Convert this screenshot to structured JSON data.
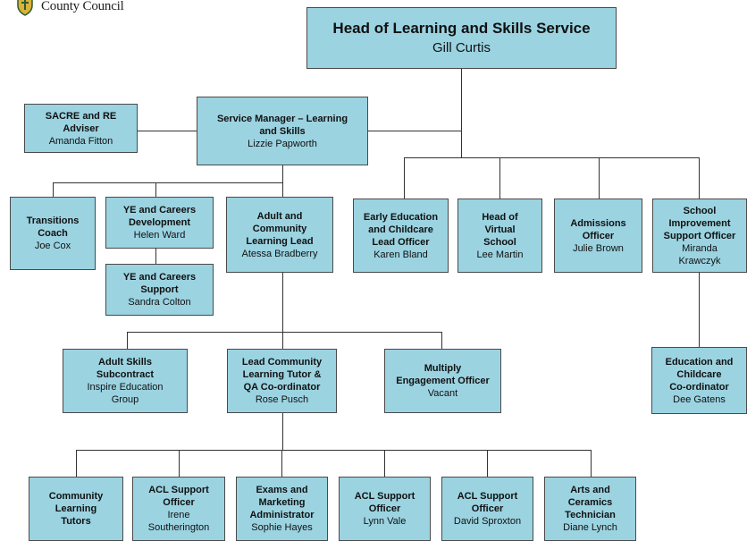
{
  "logo": {
    "text": "County Council",
    "icon": "crest-icon"
  },
  "colors": {
    "box_fill": "#9bd3e1",
    "box_border": "#4a4a4a",
    "connector": "#333333"
  },
  "nodes": {
    "head": {
      "title": "Head of Learning and Skills Service",
      "name": "Gill Curtis"
    },
    "service_manager": {
      "title": "Service Manager – Learning\nand Skills",
      "name": "Lizzie Papworth"
    },
    "sacre": {
      "title": "SACRE and RE\nAdviser",
      "name": "Amanda Fitton"
    },
    "transitions": {
      "title": "Transitions\nCoach",
      "name": "Joe Cox"
    },
    "ye_dev": {
      "title": "YE and Careers\nDevelopment",
      "name": "Helen Ward"
    },
    "ye_support": {
      "title": "YE and Careers\nSupport",
      "name": "Sandra Colton"
    },
    "acl_lead": {
      "title": "Adult and\nCommunity\nLearning Lead",
      "name": "Atessa Bradberry"
    },
    "early_ed": {
      "title": "Early Education\nand Childcare\nLead Officer",
      "name": "Karen Bland"
    },
    "virtual_school": {
      "title": "Head of\nVirtual\nSchool",
      "name": "Lee Martin"
    },
    "admissions": {
      "title": "Admissions\nOfficer",
      "name": "Julie Brown"
    },
    "school_improvement": {
      "title": "School\nImprovement\nSupport Officer",
      "name": "Miranda\nKrawczyk"
    },
    "edu_coord": {
      "title": "Education and\nChildcare\nCo-ordinator",
      "name": "Dee Gatens"
    },
    "adult_skills": {
      "title": "Adult Skills\nSubcontract",
      "name": "Inspire Education\nGroup"
    },
    "lead_tutor": {
      "title": "Lead Community\nLearning Tutor &\nQA Co-ordinator",
      "name": "Rose Pusch"
    },
    "multiply": {
      "title": "Multiply\nEngagement Officer",
      "name": "Vacant"
    },
    "community_tutors": {
      "title": "Community\nLearning\nTutors",
      "name": ""
    },
    "acl_support_1": {
      "title": "ACL Support\nOfficer",
      "name": "Irene\nSoutherington"
    },
    "exams_marketing": {
      "title": "Exams and\nMarketing\nAdministrator",
      "name": "Sophie Hayes"
    },
    "acl_support_2": {
      "title": "ACL Support\nOfficer",
      "name": "Lynn Vale"
    },
    "acl_support_3": {
      "title": "ACL Support\nOfficer",
      "name": "David Sproxton"
    },
    "arts_ceramics": {
      "title": "Arts and\nCeramics\nTechnician",
      "name": "Diane Lynch"
    }
  }
}
